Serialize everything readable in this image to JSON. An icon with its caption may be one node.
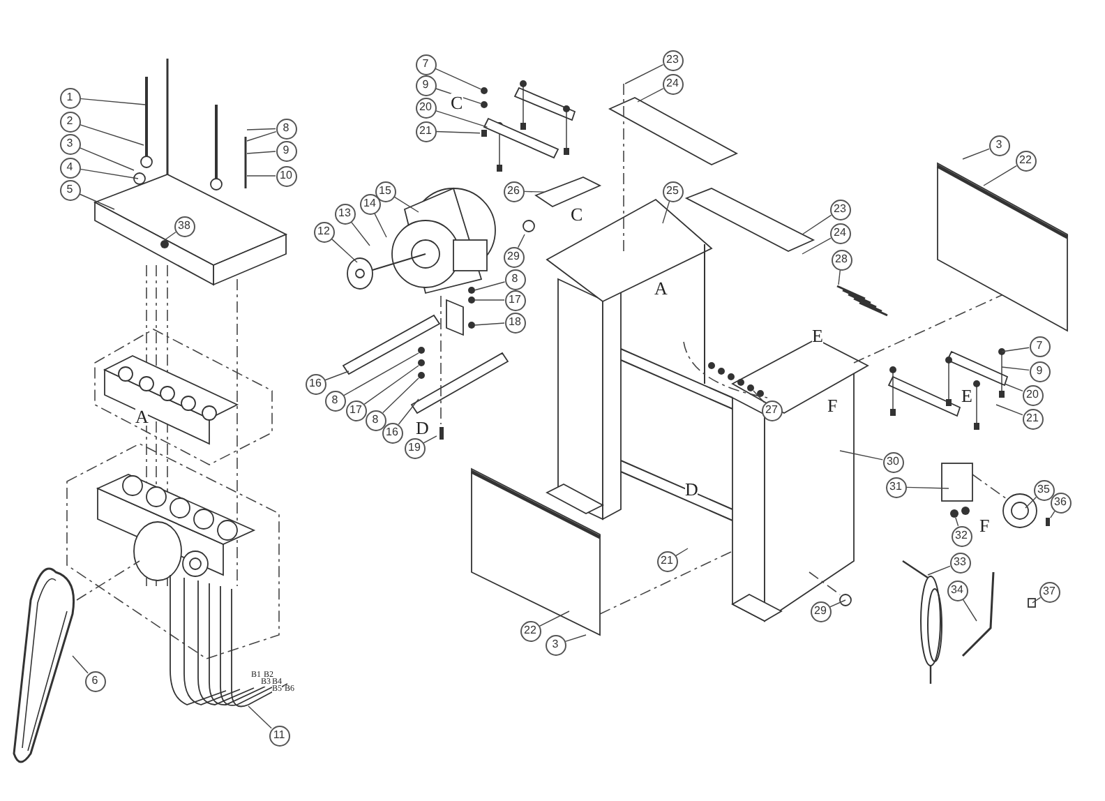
{
  "diagram": {
    "nodes": [
      {
        "text": [
          "1"
        ]
      },
      {
        "text": [
          "2"
        ]
      },
      {
        "text": [
          "3"
        ]
      },
      {
        "text": [
          "4"
        ]
      },
      {
        "text": [
          "5"
        ]
      },
      {
        "text": [
          "8"
        ]
      },
      {
        "text": [
          "9"
        ]
      },
      {
        "text": [
          "10"
        ]
      },
      {
        "text": [
          "38"
        ]
      },
      {
        "text": [
          "7"
        ]
      },
      {
        "text": [
          "9"
        ]
      },
      {
        "text": [
          "20"
        ]
      },
      {
        "text": [
          "21"
        ]
      },
      {
        "text": [
          "23"
        ]
      },
      {
        "text": [
          "24"
        ]
      },
      {
        "text": [
          "3"
        ]
      },
      {
        "text": [
          "22"
        ]
      },
      {
        "text": [
          "15"
        ]
      },
      {
        "text": [
          "26"
        ]
      },
      {
        "text": [
          "25"
        ]
      },
      {
        "text": [
          "14"
        ]
      },
      {
        "text": [
          "23"
        ]
      },
      {
        "text": [
          "13"
        ]
      },
      {
        "text": [
          "12"
        ]
      },
      {
        "text": [
          "24"
        ]
      },
      {
        "text": [
          "29"
        ]
      },
      {
        "text": [
          "28"
        ]
      },
      {
        "text": [
          "8"
        ]
      },
      {
        "text": [
          "17"
        ]
      },
      {
        "text": [
          "18"
        ]
      },
      {
        "text": [
          "7"
        ]
      },
      {
        "text": [
          "9"
        ]
      },
      {
        "text": [
          "16"
        ]
      },
      {
        "text": [
          "20"
        ]
      },
      {
        "text": [
          "8"
        ]
      },
      {
        "text": [
          "17"
        ]
      },
      {
        "text": [
          "27"
        ]
      },
      {
        "text": [
          "8"
        ]
      },
      {
        "text": [
          "21"
        ]
      },
      {
        "text": [
          "16"
        ]
      },
      {
        "text": [
          "19"
        ]
      },
      {
        "text": [
          "30"
        ]
      },
      {
        "text": [
          "31"
        ]
      },
      {
        "text": [
          "35"
        ]
      },
      {
        "text": [
          "36"
        ]
      },
      {
        "text": [
          "32"
        ]
      },
      {
        "text": [
          "21"
        ]
      },
      {
        "text": [
          "33"
        ]
      },
      {
        "text": [
          "34"
        ]
      },
      {
        "text": [
          "37"
        ]
      },
      {
        "text": [
          "29"
        ]
      },
      {
        "text": [
          "22"
        ]
      },
      {
        "text": [
          "3"
        ]
      },
      {
        "text": [
          "6"
        ]
      },
      {
        "text": [
          "11"
        ]
      },
      {
        "text": [],
        "shape": "circle"
      },
      {
        "text": [],
        "shape": "box"
      },
      {
        "text": [],
        "shape": "bar"
      },
      {
        "text": [],
        "shape": "bar"
      },
      {
        "text": [],
        "shape": "circle"
      },
      {
        "text": [],
        "shape": "circle"
      },
      {
        "text": [],
        "shape": "box"
      },
      {
        "text": [],
        "shape": "bar"
      }
    ],
    "edges": [
      {
        "from": 0,
        "to": null,
        "arrow": "none"
      },
      {
        "from": 1,
        "to": null,
        "arrow": "none"
      },
      {
        "from": 2,
        "to": null,
        "arrow": "none"
      },
      {
        "from": 3,
        "to": null,
        "arrow": "none"
      },
      {
        "from": 4,
        "to": null,
        "arrow": "none"
      },
      {
        "from": 5,
        "to": null,
        "arrow": "none"
      },
      {
        "from": 5,
        "to": null,
        "arrow": "none"
      },
      {
        "from": 6,
        "to": null,
        "arrow": "none"
      },
      {
        "from": 7,
        "to": null,
        "arrow": "none"
      },
      {
        "from": 8,
        "to": null,
        "arrow": "none"
      },
      {
        "from": 9,
        "to": 55,
        "arrow": "none"
      },
      {
        "from": 10,
        "to": 60,
        "arrow": "none"
      },
      {
        "from": 11,
        "to": 61,
        "arrow": "none"
      },
      {
        "from": 12,
        "to": 62,
        "arrow": "none"
      },
      {
        "from": 13,
        "to": null,
        "arrow": "none"
      },
      {
        "from": 14,
        "to": null,
        "arrow": "none"
      },
      {
        "from": 15,
        "to": null,
        "arrow": "none"
      },
      {
        "from": 16,
        "to": null,
        "arrow": "none"
      },
      {
        "from": 17,
        "to": null,
        "arrow": "none"
      },
      {
        "from": 18,
        "to": 56,
        "arrow": "none"
      },
      {
        "from": 19,
        "to": null,
        "arrow": "none"
      },
      {
        "from": 20,
        "to": null,
        "arrow": "none"
      },
      {
        "from": 21,
        "to": null,
        "arrow": "none"
      },
      {
        "from": 22,
        "to": null,
        "arrow": "none"
      },
      {
        "from": 23,
        "to": null,
        "arrow": "none"
      },
      {
        "from": 24,
        "to": null,
        "arrow": "none"
      },
      {
        "from": 25,
        "to": null,
        "arrow": "none"
      },
      {
        "from": 26,
        "to": null,
        "arrow": "none"
      },
      {
        "from": 27,
        "to": null,
        "arrow": "none"
      },
      {
        "from": 28,
        "to": null,
        "arrow": "none"
      },
      {
        "from": 29,
        "to": null,
        "arrow": "none"
      },
      {
        "from": 30,
        "to": null,
        "arrow": "none"
      },
      {
        "from": 31,
        "to": null,
        "arrow": "none"
      },
      {
        "from": 32,
        "to": null,
        "arrow": "none"
      },
      {
        "from": 33,
        "to": null,
        "arrow": "none"
      },
      {
        "from": 34,
        "to": null,
        "arrow": "none"
      },
      {
        "from": 35,
        "to": null,
        "arrow": "none"
      },
      {
        "from": 36,
        "to": null,
        "arrow": "none"
      },
      {
        "from": 37,
        "to": null,
        "arrow": "none"
      },
      {
        "from": 38,
        "to": null,
        "arrow": "none"
      },
      {
        "from": 39,
        "to": null,
        "arrow": "none"
      },
      {
        "from": 40,
        "to": 57,
        "arrow": "none"
      },
      {
        "from": 41,
        "to": null,
        "arrow": "none"
      },
      {
        "from": 42,
        "to": null,
        "arrow": "none"
      },
      {
        "from": 43,
        "to": null,
        "arrow": "none"
      },
      {
        "from": 44,
        "to": 58,
        "arrow": "none"
      },
      {
        "from": 45,
        "to": 59,
        "arrow": "none"
      },
      {
        "from": 46,
        "to": null,
        "arrow": "none"
      },
      {
        "from": 47,
        "to": null,
        "arrow": "none"
      },
      {
        "from": 48,
        "to": null,
        "arrow": "none"
      },
      {
        "from": 49,
        "to": null,
        "arrow": "none"
      },
      {
        "from": 50,
        "to": null,
        "arrow": "none"
      },
      {
        "from": 51,
        "to": null,
        "arrow": "none"
      },
      {
        "from": 52,
        "to": null,
        "arrow": "none"
      },
      {
        "from": 53,
        "to": null,
        "arrow": "none"
      },
      {
        "from": 54,
        "to": null,
        "arrow": "none"
      }
    ],
    "labels": [
      "C",
      "C",
      "A",
      "E",
      "F",
      "E",
      "A",
      "D",
      "D",
      "F",
      "B1",
      "B2",
      "B3",
      "B4",
      "B5",
      "B6"
    ]
  }
}
